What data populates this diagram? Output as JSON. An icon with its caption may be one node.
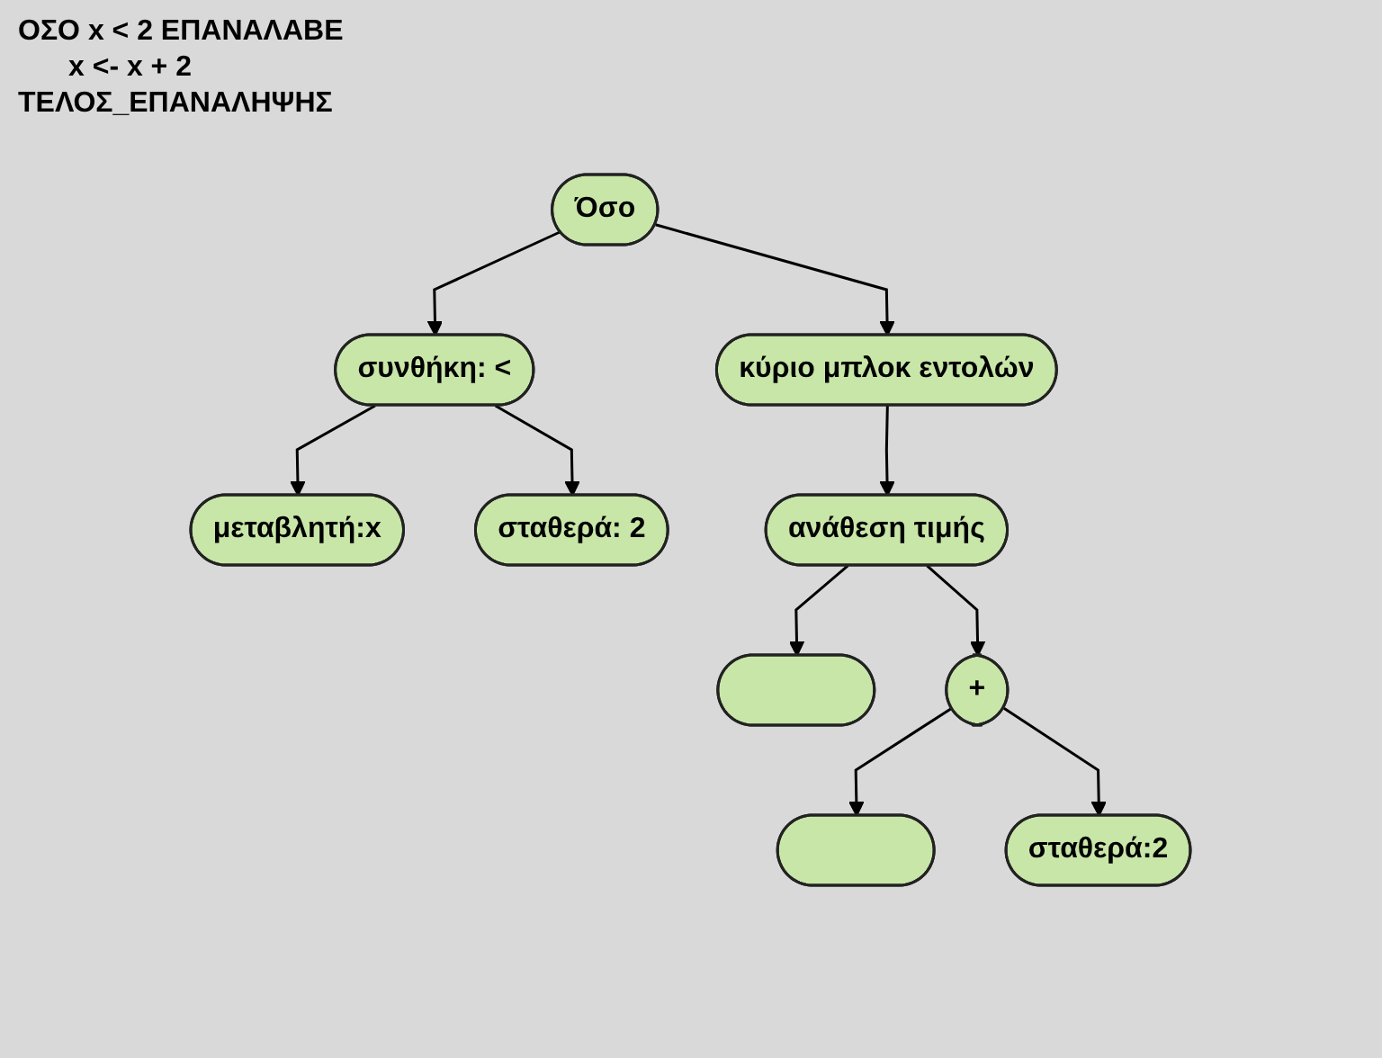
{
  "diagram": {
    "nodes": [
      {
        "text": [
          "Όσο"
        ]
      },
      {
        "text": [
          "συνθήκη: <"
        ]
      },
      {
        "text": [
          "κύριο μπλοκ εντολών"
        ]
      },
      {
        "text": [
          "μεταβλητή:x"
        ]
      },
      {
        "text": [
          "σταθερά: 2"
        ]
      },
      {
        "text": [
          "ανάθεση τιμής"
        ]
      },
      {
        "text": [],
        "shape": "box"
      },
      {
        "text": [
          "+"
        ]
      },
      {
        "text": [],
        "shape": "box"
      },
      {
        "text": [
          "σταθερά:2"
        ]
      }
    ],
    "edges": [
      {
        "from": 0,
        "to": 1,
        "arrow": "to"
      },
      {
        "from": 0,
        "to": 2,
        "arrow": "to"
      },
      {
        "from": 1,
        "to": 3,
        "arrow": "to"
      },
      {
        "from": 1,
        "to": 4,
        "arrow": "to"
      },
      {
        "from": 2,
        "to": 5,
        "arrow": "to"
      },
      {
        "from": 5,
        "to": 6,
        "arrow": "to"
      },
      {
        "from": 5,
        "to": 7,
        "arrow": "to"
      },
      {
        "from": 7,
        "to": 8,
        "arrow": "to"
      },
      {
        "from": 7,
        "to": 9,
        "arrow": "to"
      }
    ],
    "labels": [
      "ΟΣΟ x < 2 ΕΠΑΝΑΛΑΒΕ",
      "x <- x + 2",
      "ΤΕΛΟΣ_ΕΠΑΝΑΛΗΨΗΣ"
    ]
  }
}
